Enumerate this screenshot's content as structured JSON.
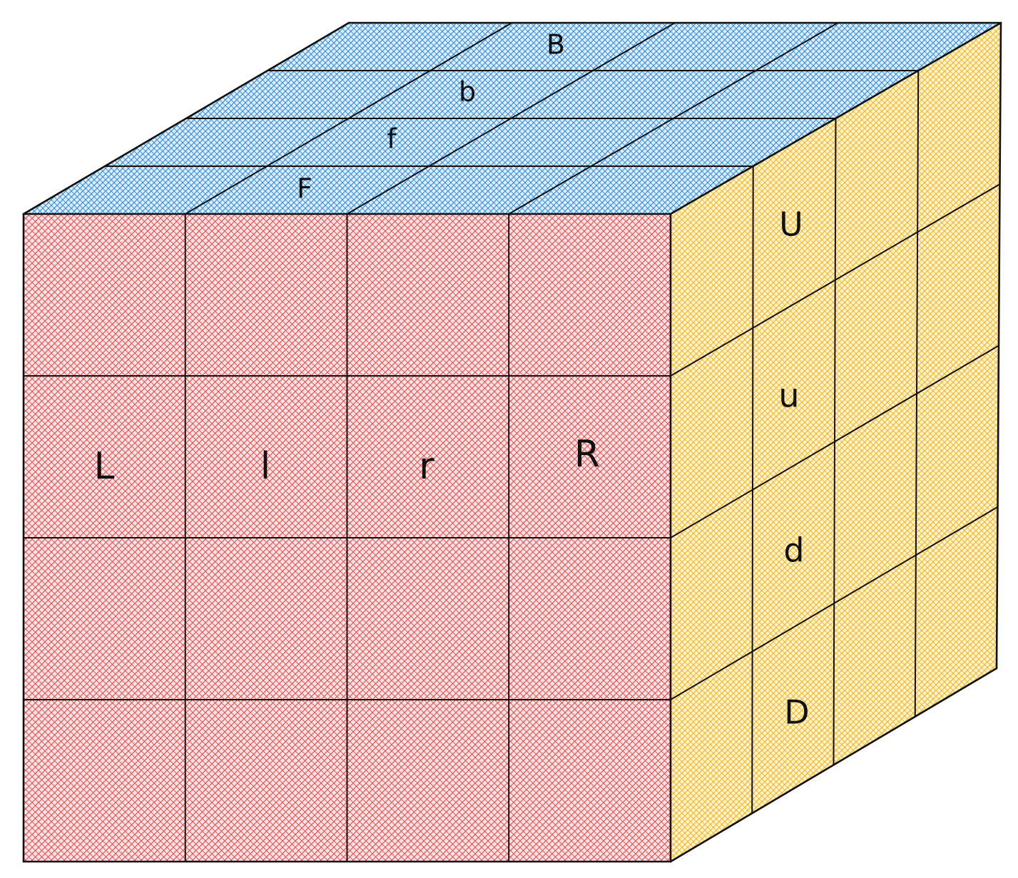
{
  "colors": {
    "front": "#e8474a",
    "top": "#2f8ad8",
    "right": "#f2b81c",
    "edge": "#111111"
  },
  "faces": {
    "front": {
      "name": "front-face",
      "labels": [
        "L",
        "l",
        "r",
        "R"
      ]
    },
    "right": {
      "name": "right-face",
      "labels": [
        "U",
        "u",
        "d",
        "D"
      ]
    },
    "top": {
      "name": "top-face",
      "labels": [
        "F",
        "f",
        "b",
        "B"
      ]
    }
  }
}
